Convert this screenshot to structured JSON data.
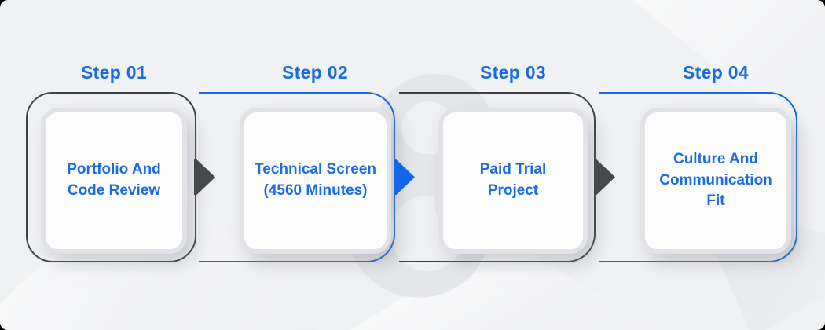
{
  "diagram": {
    "type": "process-flow",
    "step_count": 4,
    "steps": [
      {
        "label": "Step 01",
        "text": "Portfolio And\nCode Review",
        "outline_color": "dark",
        "arrow_after": "dark"
      },
      {
        "label": "Step 02",
        "text": "Technical Screen\n(4560 Minutes)",
        "outline_color": "blue",
        "arrow_after": "blue"
      },
      {
        "label": "Step 03",
        "text": "Paid Trial\nProject",
        "outline_color": "dark",
        "arrow_after": "dark"
      },
      {
        "label": "Step 04",
        "text": "Culture And\nCommunication\nFit",
        "outline_color": "blue",
        "arrow_after": null
      }
    ],
    "colors": {
      "accent_blue_text": "#1a6be4",
      "outline_blue": "#1766df",
      "outline_dark": "#3e4145",
      "arrow_blue": "#1465e8",
      "arrow_dark": "#46484c",
      "background": "#f0f1f3",
      "card_fill": "#fdfdfe",
      "card_border": "#e1e2e6",
      "corner_mask": "#000000"
    },
    "watermark": "figure-eight-logo-watermark"
  }
}
